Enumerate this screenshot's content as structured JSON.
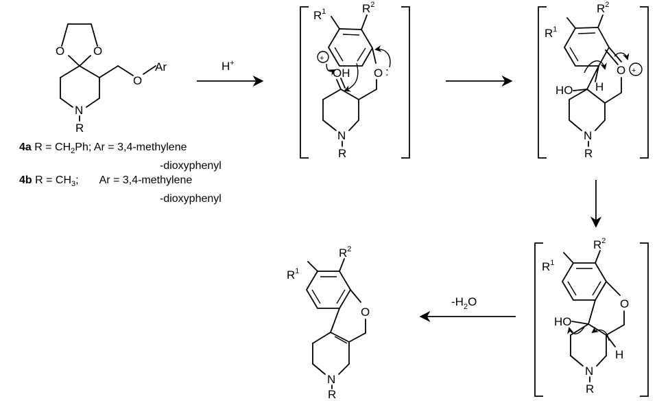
{
  "scheme": {
    "step1_reagent": "H",
    "step1_reagent_sup": "+",
    "step4_reagent_prefix": "-H",
    "step4_reagent_sub": "2",
    "step4_reagent_suffix": "O"
  },
  "atoms": {
    "O": "O",
    "N": "N",
    "R": "R",
    "Ar": "Ar",
    "OH": "OH",
    "HO": "HO",
    "H": "H",
    "R1": "R",
    "R1_sup": "1",
    "R2": "R",
    "R2_sup": "2",
    "plus": "+",
    "lone_pair": ":"
  },
  "legend": [
    {
      "compound": "4a",
      "r_prefix": "R = CH",
      "r_sub": "2",
      "r_suffix": "Ph;",
      "ar_line1": "Ar = 3,4-methylene",
      "ar_line2": "-dioxyphenyl"
    },
    {
      "compound": "4b",
      "r_prefix": "R = CH",
      "r_sub": "3",
      "r_suffix": ";",
      "ar_line1": "Ar = 3,4-methylene",
      "ar_line2": "-dioxyphenyl"
    }
  ]
}
